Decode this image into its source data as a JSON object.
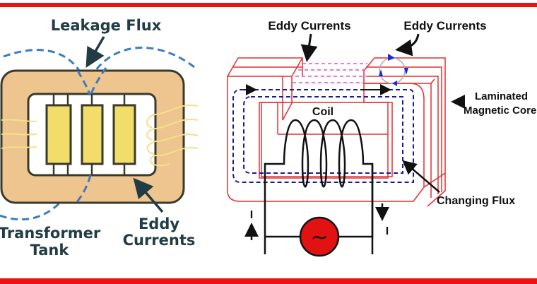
{
  "left_panel": {
    "labels": {
      "leakage_flux": "Leakage Flux",
      "transformer_tank_line1": "Transformer",
      "transformer_tank_line2": "Tank",
      "eddy_line1": "Eddy",
      "eddy_line2": "Currents"
    }
  },
  "right_panel": {
    "labels": {
      "eddy_left": "Eddy Currents",
      "eddy_right": "Eddy Currents",
      "laminated_line1": "Laminated",
      "laminated_line2": "Magnetic Core",
      "coil": "Coil",
      "changing_flux": "Changing Flux",
      "current_left": "I",
      "current_right": "I"
    },
    "source_symbol": "~"
  },
  "colors": {
    "border_red": "#ee1111",
    "tank_fill": "#eec58f",
    "winding_fill": "#f2dc6a",
    "flux_blue": "#3a7cc0",
    "core_red": "#e23030",
    "flux_navy": "#1a1a9a",
    "eddy_magenta": "#e04fd8",
    "label_dark": "#213c44"
  }
}
